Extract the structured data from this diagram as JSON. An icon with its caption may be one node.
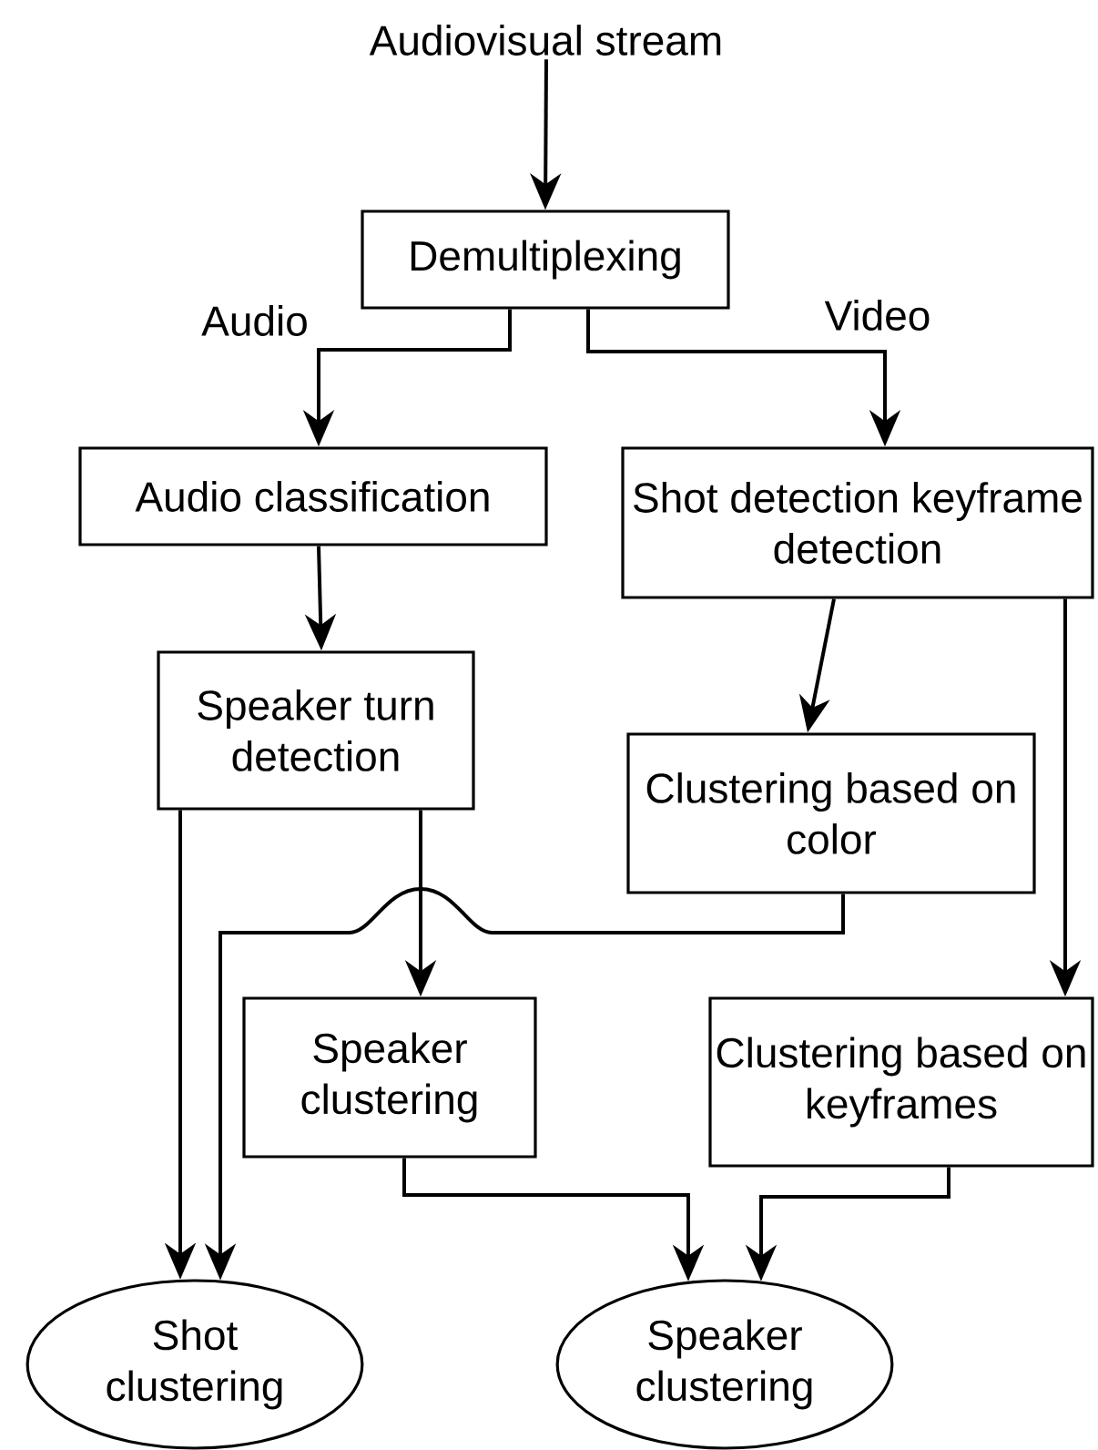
{
  "diagram": {
    "nodes": [
      {
        "text": [
          "Audiovisual stream"
        ]
      },
      {
        "text": [
          "Demultiplexing"
        ]
      },
      {
        "text": [
          "Audio classification"
        ]
      },
      {
        "text": [
          "Shot detection keyframe detection"
        ]
      },
      {
        "text": [
          "Speaker turn detection"
        ]
      },
      {
        "text": [
          "Clustering based on color"
        ]
      },
      {
        "text": [
          "Speaker clustering"
        ]
      },
      {
        "text": [
          "Clustering based on keyframes"
        ]
      },
      {
        "text": [
          "Shot clustering"
        ]
      },
      {
        "text": [
          "Speaker clustering"
        ]
      }
    ],
    "edges": [
      {
        "from": 0,
        "to": 1,
        "arrow": "to"
      },
      {
        "from": 1,
        "to": 2,
        "arrow": "to",
        "label": "Audio"
      },
      {
        "from": 1,
        "to": 3,
        "arrow": "to",
        "label": "Video"
      },
      {
        "from": 2,
        "to": 4,
        "arrow": "to"
      },
      {
        "from": 3,
        "to": 5,
        "arrow": "to"
      },
      {
        "from": 3,
        "to": 7,
        "arrow": "to"
      },
      {
        "from": 4,
        "to": 8,
        "arrow": "to"
      },
      {
        "from": 4,
        "to": 6,
        "arrow": "to"
      },
      {
        "from": 5,
        "to": 8,
        "arrow": "to"
      },
      {
        "from": 6,
        "to": 9,
        "arrow": "to"
      },
      {
        "from": 7,
        "to": 9,
        "arrow": "to"
      }
    ]
  }
}
